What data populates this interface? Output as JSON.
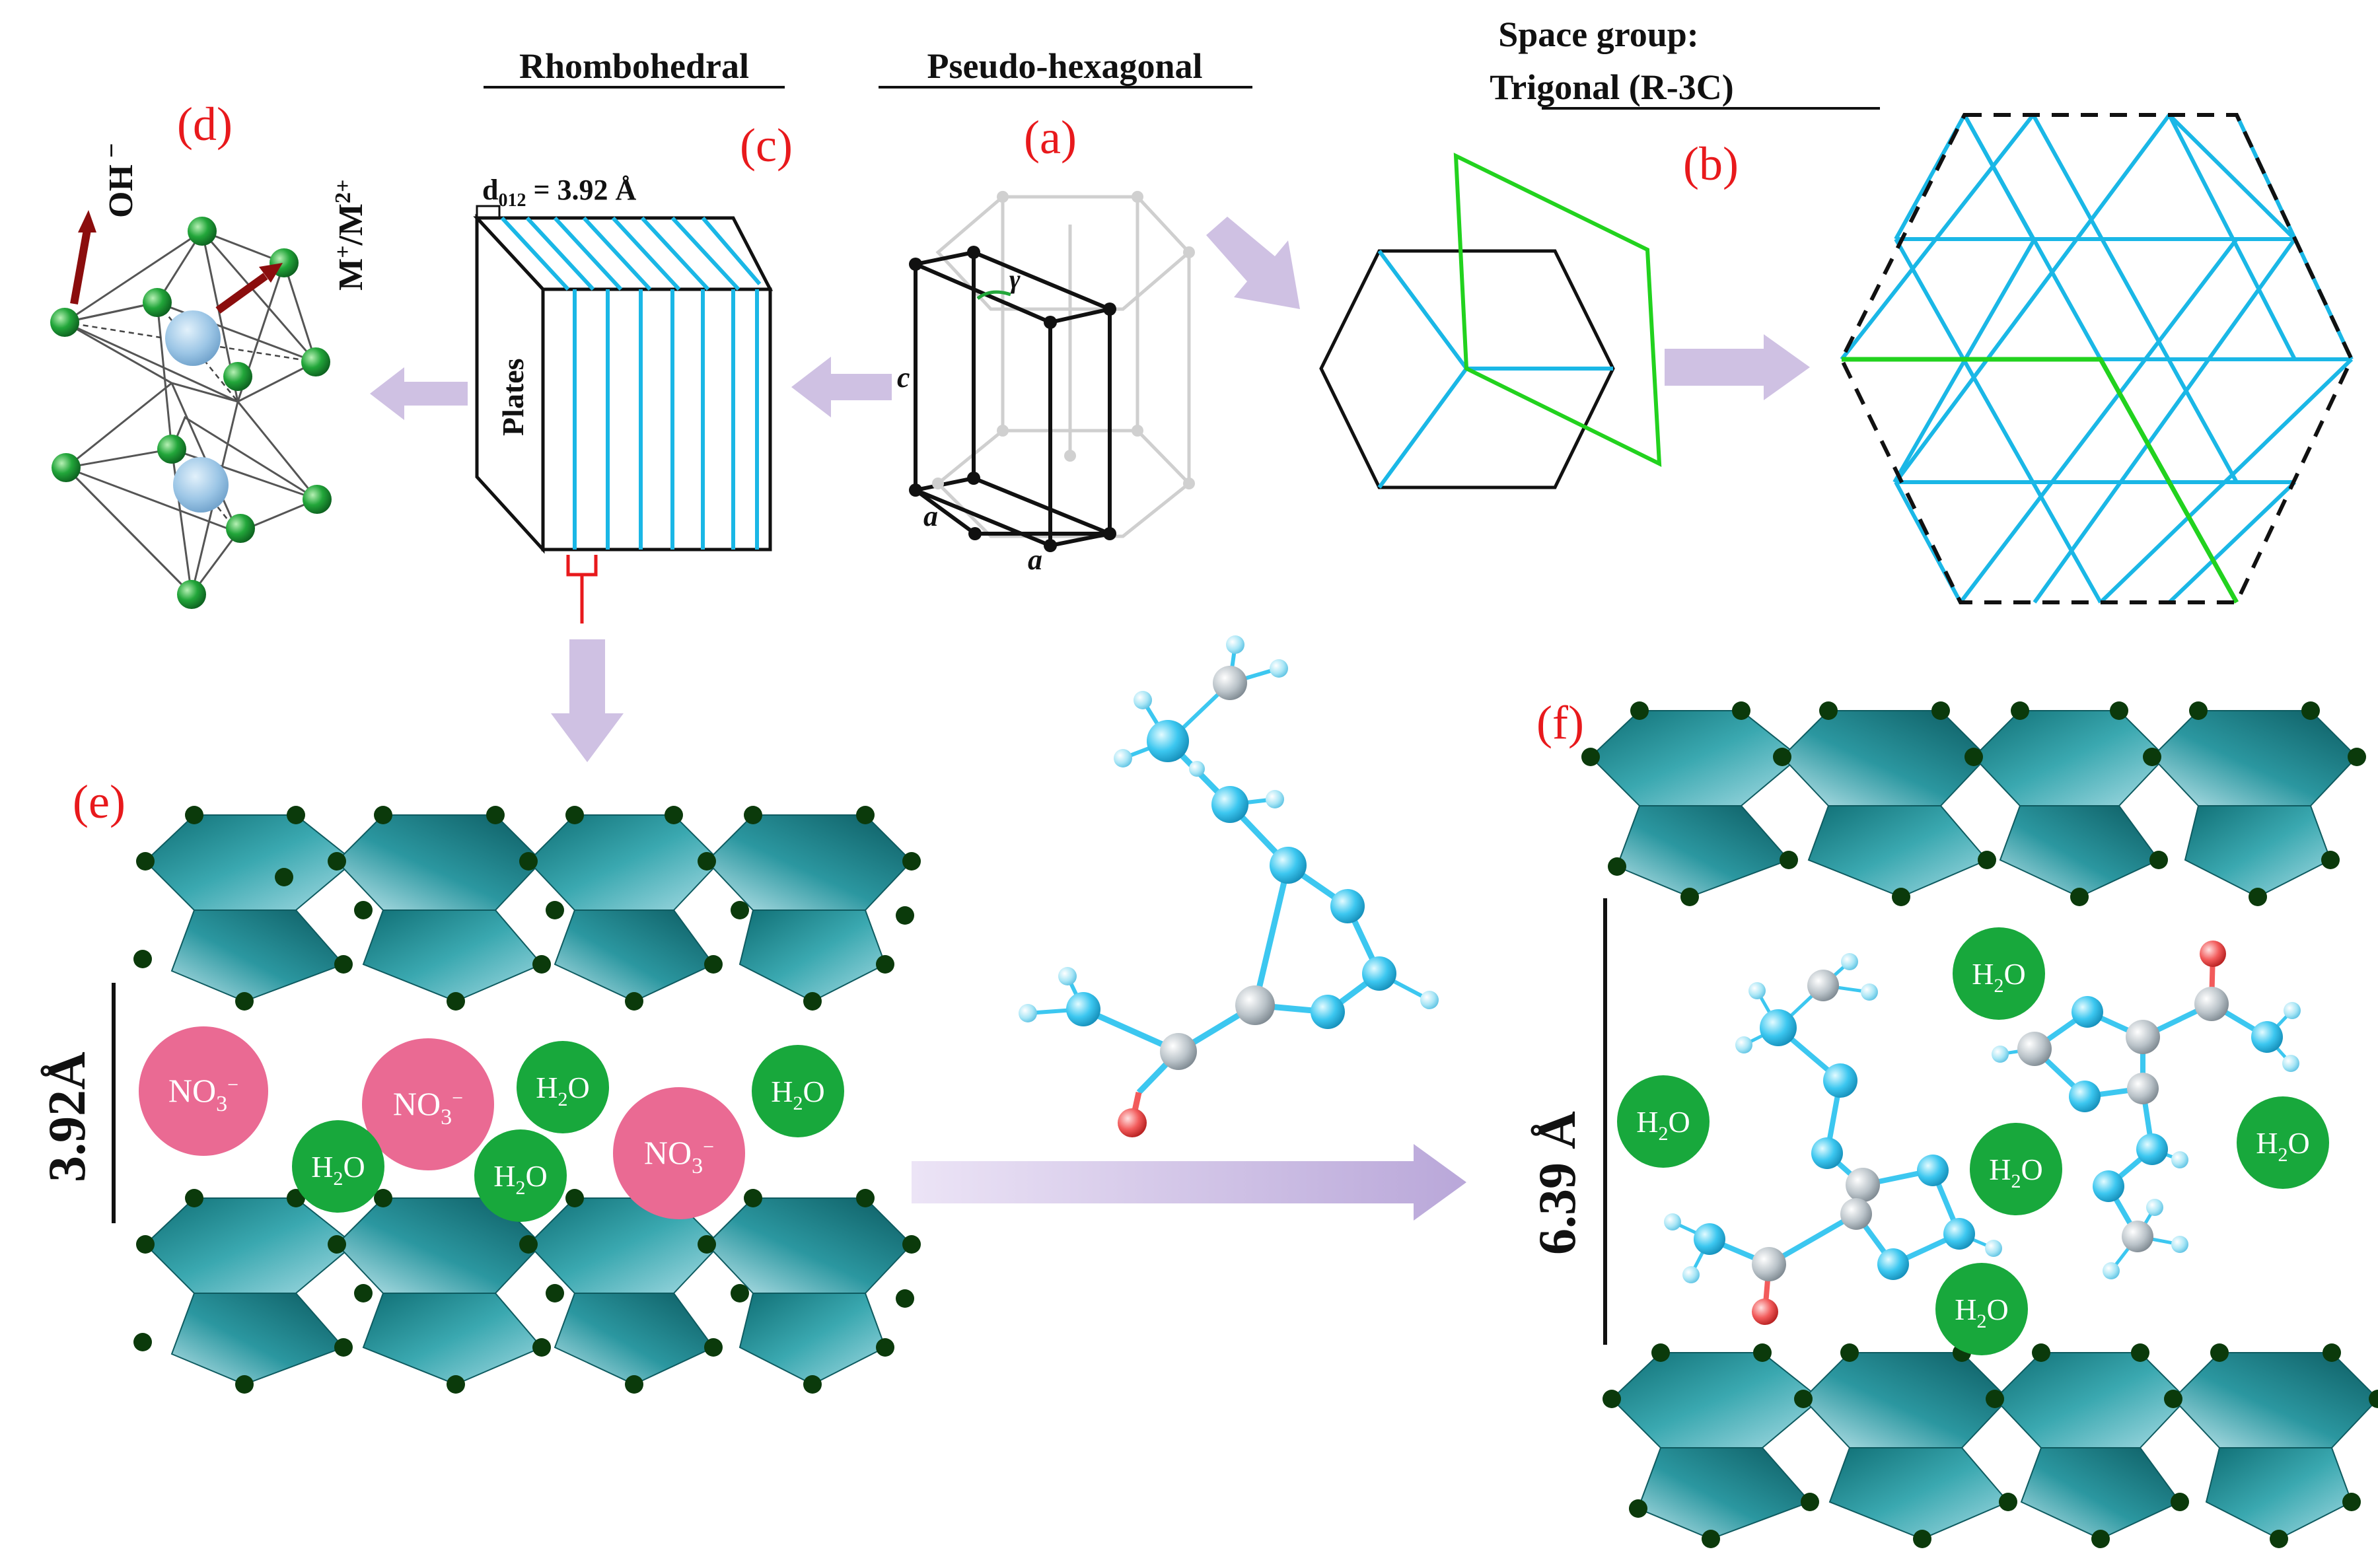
{
  "headers": {
    "rhombohedral": "Rhombohedral",
    "pseudo_hexagonal": "Pseudo-hexagonal",
    "space_group": "Space group:",
    "trigonal": "Trigonal (R-3C)"
  },
  "panel_labels": {
    "a": "(a)",
    "b": "(b)",
    "c": "(c)",
    "d": "(d)",
    "e": "(e)",
    "f": "(f)"
  },
  "panel_d": {
    "oh": "OH",
    "oh_sup": "−",
    "m": "M",
    "m_sup": "+",
    "slash_m": "/M",
    "m2_sup": "2+"
  },
  "panel_c": {
    "d_main": "d",
    "d_sub": "012",
    "d_value": " = 3.92 Å",
    "plates": "Plates"
  },
  "panel_a": {
    "c": "c",
    "a1": "a",
    "a2": "a",
    "gamma": "γ"
  },
  "panel_e": {
    "spacing": "3.92Å",
    "nitrate": "NO",
    "nitrate_sub": "3",
    "nitrate_sup": "−",
    "water": "H",
    "water_sub": "2",
    "water_o": "O"
  },
  "panel_f": {
    "spacing": "6.39 Å"
  },
  "colors": {
    "label_red": "#e8191c",
    "lattice_blue": "#1ab7e6",
    "lattice_green": "#22d21e",
    "arrow_purple": "#cfc1e3",
    "water_green": "#18a83c",
    "nitrate_pink": "#ea6a93",
    "layer_teal": "#1f8f96",
    "vertex_dark": "#0b3a0b",
    "bond_red": "#8b0d0d"
  }
}
